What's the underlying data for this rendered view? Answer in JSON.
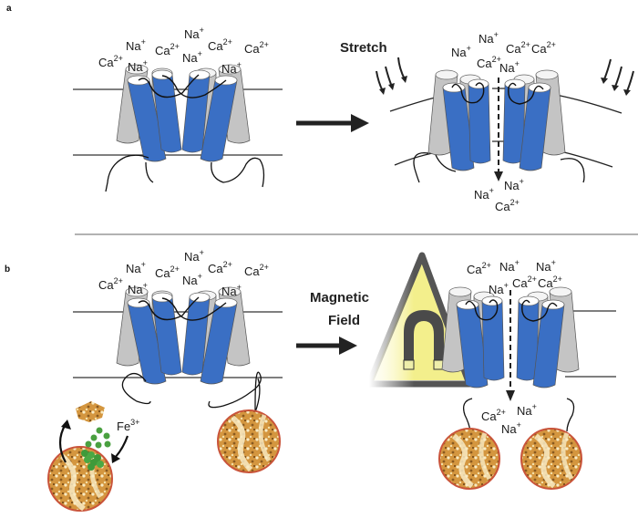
{
  "panels": [
    {
      "label": "a",
      "left_ions": [
        {
          "base": "Ca",
          "charge": "2+"
        },
        {
          "base": "Na",
          "charge": "+"
        },
        {
          "base": "Na",
          "charge": "+"
        },
        {
          "base": "Ca",
          "charge": "2+"
        },
        {
          "base": "Na",
          "charge": "+"
        },
        {
          "base": "Na",
          "charge": "+"
        },
        {
          "base": "Ca",
          "charge": "2+"
        },
        {
          "base": "Na",
          "charge": "+"
        },
        {
          "base": "Ca",
          "charge": "2+"
        }
      ],
      "stimulus": "Stretch",
      "right_top_ions": [
        {
          "base": "Na",
          "charge": "+"
        },
        {
          "base": "Na",
          "charge": "+"
        },
        {
          "base": "Ca",
          "charge": "2+"
        },
        {
          "base": "Ca",
          "charge": "2+"
        },
        {
          "base": "Ca",
          "charge": "2+"
        },
        {
          "base": "Na",
          "charge": "+"
        }
      ],
      "right_bottom_ions": [
        {
          "base": "Na",
          "charge": "+"
        },
        {
          "base": "Na",
          "charge": "+"
        },
        {
          "base": "Ca",
          "charge": "2+"
        }
      ]
    },
    {
      "label": "b",
      "left_ions": [
        {
          "base": "Ca",
          "charge": "2+"
        },
        {
          "base": "Na",
          "charge": "+"
        },
        {
          "base": "Na",
          "charge": "+"
        },
        {
          "base": "Ca",
          "charge": "2+"
        },
        {
          "base": "Na",
          "charge": "+"
        },
        {
          "base": "Na",
          "charge": "+"
        },
        {
          "base": "Ca",
          "charge": "2+"
        },
        {
          "base": "Na",
          "charge": "+"
        },
        {
          "base": "Ca",
          "charge": "2+"
        }
      ],
      "iron_label": {
        "base": "Fe",
        "charge": "3+"
      },
      "stimulus_line1": "Magnetic",
      "stimulus_line2": "Field",
      "right_top_ions": [
        {
          "base": "Ca",
          "charge": "2+"
        },
        {
          "base": "Na",
          "charge": "+"
        },
        {
          "base": "Na",
          "charge": "+"
        },
        {
          "base": "Na",
          "charge": "+"
        },
        {
          "base": "Ca",
          "charge": "2+"
        },
        {
          "base": "Ca",
          "charge": "2+"
        }
      ],
      "right_bottom_ions": [
        {
          "base": "Ca",
          "charge": "2+"
        },
        {
          "base": "Na",
          "charge": "+"
        },
        {
          "base": "Na",
          "charge": "+"
        }
      ]
    }
  ],
  "colors": {
    "helix_blue": "#3a6fc4",
    "helix_gray": "#c4c4c4",
    "membrane": "#222222",
    "ferritin_light": "#f5e6b8",
    "ferritin_dark": "#d09040",
    "iron_green": "#4aa040",
    "warning_yellow": "#f2ee8a"
  }
}
